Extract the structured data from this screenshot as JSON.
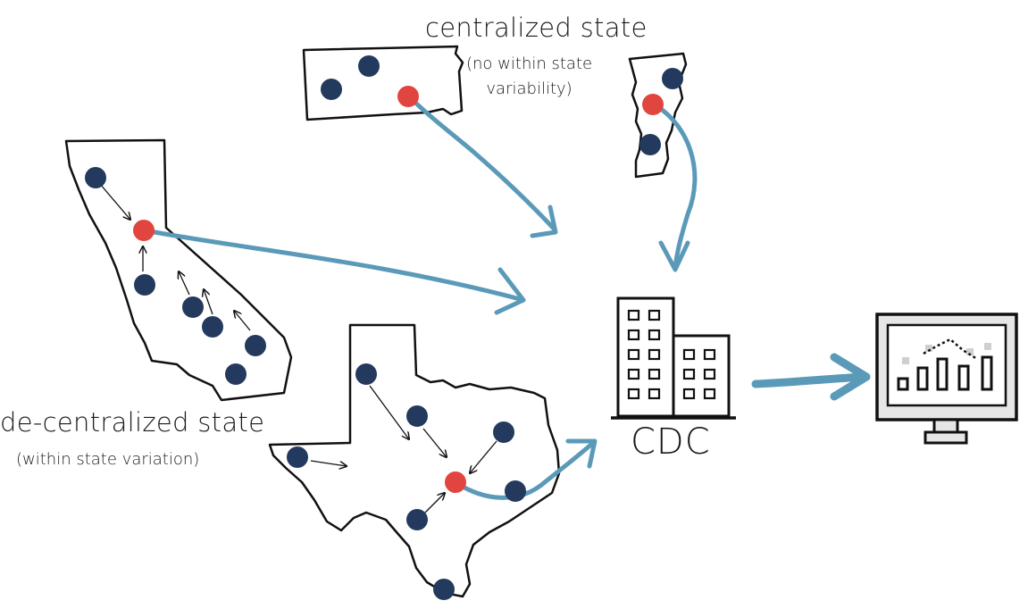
{
  "labels": {
    "centralized_title": "centralized state",
    "centralized_sub_line1": "(no within state",
    "centralized_sub_line2": "variability)",
    "decentralized_title": "de-centralized state",
    "decentralized_sub": "(within state variation)",
    "cdc": "CDC"
  },
  "colors": {
    "site_dot": "#233a5e",
    "hub_dot": "#e0463f",
    "flow_arrow": "#5a9ab8",
    "outline": "#111111"
  },
  "icons": {
    "building": "building-icon",
    "monitor": "monitor-chart-icon"
  }
}
